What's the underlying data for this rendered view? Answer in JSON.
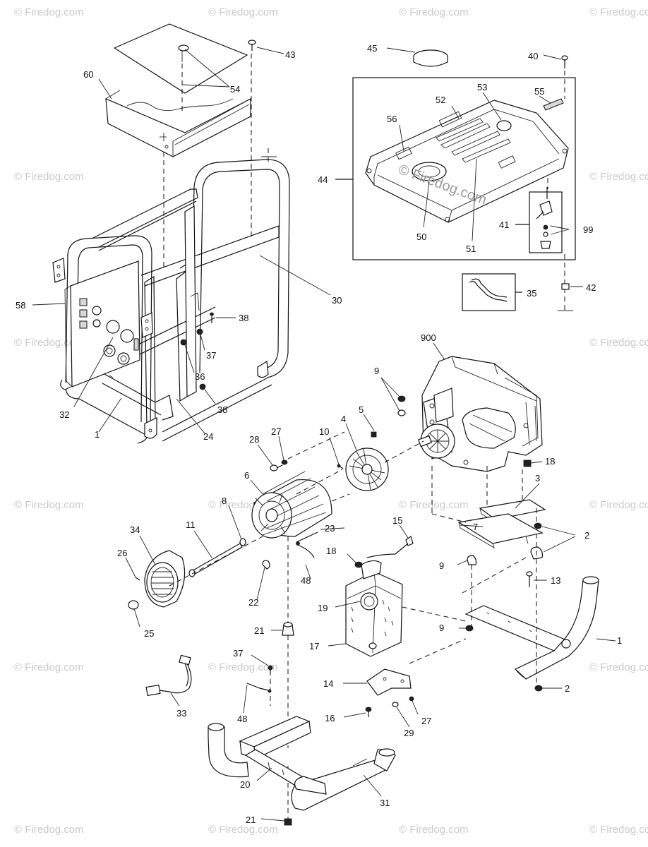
{
  "watermark": {
    "text": "© Firedog.com",
    "center_text": "© Firedog.com"
  },
  "callouts": [
    {
      "id": "c43",
      "text": "43"
    },
    {
      "id": "c54",
      "text": "54"
    },
    {
      "id": "c60",
      "text": "60"
    },
    {
      "id": "c45",
      "text": "45"
    },
    {
      "id": "c40",
      "text": "40"
    },
    {
      "id": "c53",
      "text": "53"
    },
    {
      "id": "c52",
      "text": "52"
    },
    {
      "id": "c55",
      "text": "55"
    },
    {
      "id": "c56",
      "text": "56"
    },
    {
      "id": "c44",
      "text": "44"
    },
    {
      "id": "c50",
      "text": "50"
    },
    {
      "id": "c51",
      "text": "51"
    },
    {
      "id": "c41",
      "text": "41"
    },
    {
      "id": "c99",
      "text": "99"
    },
    {
      "id": "c35",
      "text": "35"
    },
    {
      "id": "c42",
      "text": "42"
    },
    {
      "id": "c30",
      "text": "30"
    },
    {
      "id": "c58",
      "text": "58"
    },
    {
      "id": "c38a",
      "text": "38"
    },
    {
      "id": "c37a",
      "text": "37"
    },
    {
      "id": "c36",
      "text": "36"
    },
    {
      "id": "c38b",
      "text": "38"
    },
    {
      "id": "c32",
      "text": "32"
    },
    {
      "id": "c1a",
      "text": "1"
    },
    {
      "id": "c24",
      "text": "24"
    },
    {
      "id": "c900",
      "text": "900"
    },
    {
      "id": "c9a",
      "text": "9"
    },
    {
      "id": "c5",
      "text": "5"
    },
    {
      "id": "c4",
      "text": "4"
    },
    {
      "id": "c10",
      "text": "10"
    },
    {
      "id": "c27a",
      "text": "27"
    },
    {
      "id": "c28",
      "text": "28"
    },
    {
      "id": "c6",
      "text": "6"
    },
    {
      "id": "c18a",
      "text": "18"
    },
    {
      "id": "c3",
      "text": "3"
    },
    {
      "id": "c8",
      "text": "8"
    },
    {
      "id": "c7",
      "text": "7"
    },
    {
      "id": "c2a",
      "text": "2"
    },
    {
      "id": "c34",
      "text": "34"
    },
    {
      "id": "c11",
      "text": "11"
    },
    {
      "id": "c23",
      "text": "23"
    },
    {
      "id": "c15",
      "text": "15"
    },
    {
      "id": "c26",
      "text": "26"
    },
    {
      "id": "c18b",
      "text": "18"
    },
    {
      "id": "c9b",
      "text": "9"
    },
    {
      "id": "c13",
      "text": "13"
    },
    {
      "id": "c48a",
      "text": "48"
    },
    {
      "id": "c22",
      "text": "22"
    },
    {
      "id": "c19",
      "text": "19"
    },
    {
      "id": "c25",
      "text": "25"
    },
    {
      "id": "c21",
      "text": "21"
    },
    {
      "id": "c9c",
      "text": "9"
    },
    {
      "id": "c1b",
      "text": "1"
    },
    {
      "id": "c17",
      "text": "17"
    },
    {
      "id": "c37b",
      "text": "37"
    },
    {
      "id": "c14",
      "text": "14"
    },
    {
      "id": "c2b",
      "text": "2"
    },
    {
      "id": "c33",
      "text": "33"
    },
    {
      "id": "c48b",
      "text": "48"
    },
    {
      "id": "c16",
      "text": "16"
    },
    {
      "id": "c27b",
      "text": "27"
    },
    {
      "id": "c29",
      "text": "29"
    },
    {
      "id": "c20",
      "text": "20"
    },
    {
      "id": "c31",
      "text": "31"
    },
    {
      "id": "c21b",
      "text": "21"
    }
  ]
}
